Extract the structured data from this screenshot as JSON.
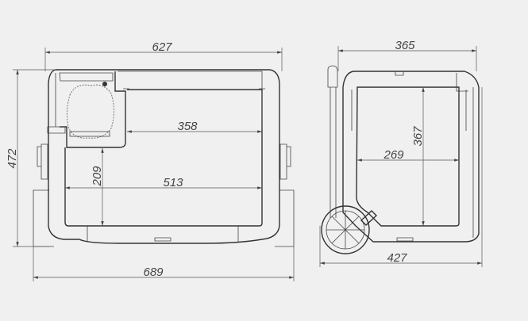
{
  "drawing": {
    "front_view": {
      "overall_width": "627",
      "overall_width_with_handles": "689",
      "overall_height": "472",
      "inner_upper_width": "358",
      "inner_lower_width": "513",
      "inner_lower_depth": "209"
    },
    "side_view": {
      "body_depth": "365",
      "overall_depth_with_wheels": "427",
      "inner_height": "367",
      "inner_depth": "269"
    },
    "colors": {
      "background": "#f0f0f0",
      "lines": "#333333"
    }
  }
}
